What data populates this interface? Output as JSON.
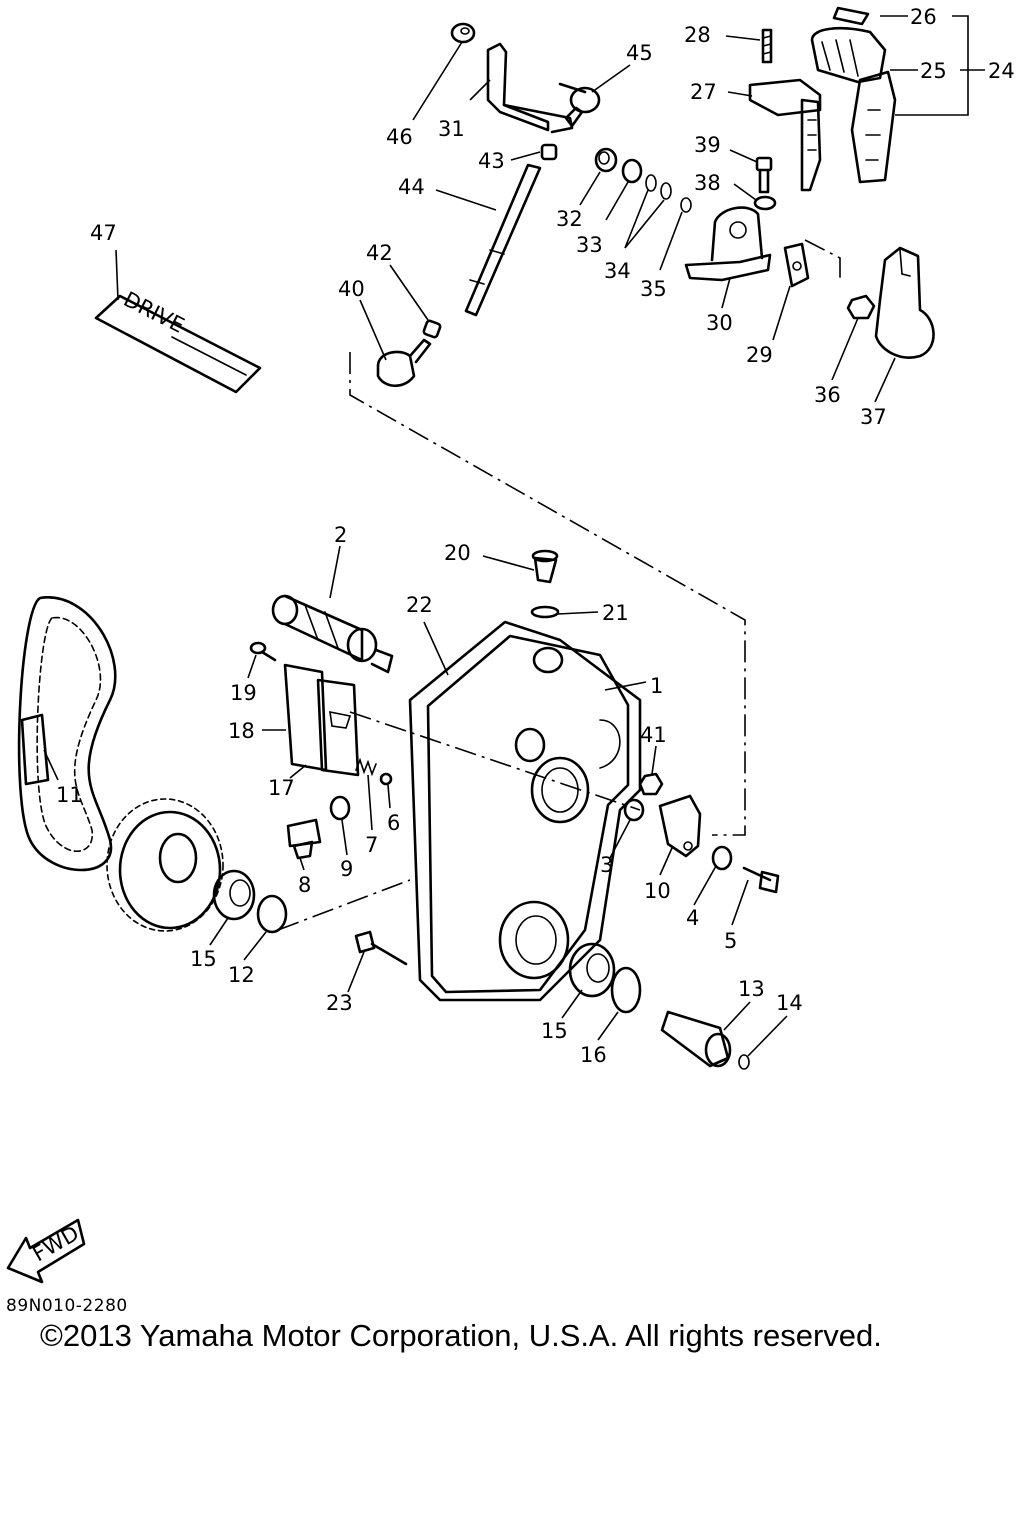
{
  "diagram": {
    "callouts": [
      {
        "id": "p1",
        "text": "1"
      },
      {
        "id": "p2",
        "text": "2"
      },
      {
        "id": "p3",
        "text": "3"
      },
      {
        "id": "p4",
        "text": "4"
      },
      {
        "id": "p5",
        "text": "5"
      },
      {
        "id": "p6",
        "text": "6"
      },
      {
        "id": "p7",
        "text": "7"
      },
      {
        "id": "p8",
        "text": "8"
      },
      {
        "id": "p9",
        "text": "9"
      },
      {
        "id": "p10",
        "text": "10"
      },
      {
        "id": "p11",
        "text": "11"
      },
      {
        "id": "p12",
        "text": "12"
      },
      {
        "id": "p13",
        "text": "13"
      },
      {
        "id": "p14",
        "text": "14"
      },
      {
        "id": "p15a",
        "text": "15"
      },
      {
        "id": "p15b",
        "text": "15"
      },
      {
        "id": "p16",
        "text": "16"
      },
      {
        "id": "p17",
        "text": "17"
      },
      {
        "id": "p18",
        "text": "18"
      },
      {
        "id": "p19",
        "text": "19"
      },
      {
        "id": "p20",
        "text": "20"
      },
      {
        "id": "p21",
        "text": "21"
      },
      {
        "id": "p22",
        "text": "22"
      },
      {
        "id": "p23",
        "text": "23"
      },
      {
        "id": "p24",
        "text": "24"
      },
      {
        "id": "p25",
        "text": "25"
      },
      {
        "id": "p26",
        "text": "26"
      },
      {
        "id": "p27",
        "text": "27"
      },
      {
        "id": "p28",
        "text": "28"
      },
      {
        "id": "p29",
        "text": "29"
      },
      {
        "id": "p30",
        "text": "30"
      },
      {
        "id": "p31",
        "text": "31"
      },
      {
        "id": "p32",
        "text": "32"
      },
      {
        "id": "p33",
        "text": "33"
      },
      {
        "id": "p34",
        "text": "34"
      },
      {
        "id": "p35",
        "text": "35"
      },
      {
        "id": "p36",
        "text": "36"
      },
      {
        "id": "p37",
        "text": "37"
      },
      {
        "id": "p38",
        "text": "38"
      },
      {
        "id": "p39",
        "text": "39"
      },
      {
        "id": "p40",
        "text": "40"
      },
      {
        "id": "p41",
        "text": "41"
      },
      {
        "id": "p42",
        "text": "42"
      },
      {
        "id": "p43",
        "text": "43"
      },
      {
        "id": "p44",
        "text": "44"
      },
      {
        "id": "p45",
        "text": "45"
      },
      {
        "id": "p46",
        "text": "46"
      },
      {
        "id": "p47",
        "text": "47"
      }
    ],
    "decal_text": "DRIVE",
    "fwd_arrow_text": "FWD",
    "drawing_code": "89N010-2280",
    "copyright": "©2013 Yamaha Motor Corporation, U.S.A. All rights reserved."
  }
}
